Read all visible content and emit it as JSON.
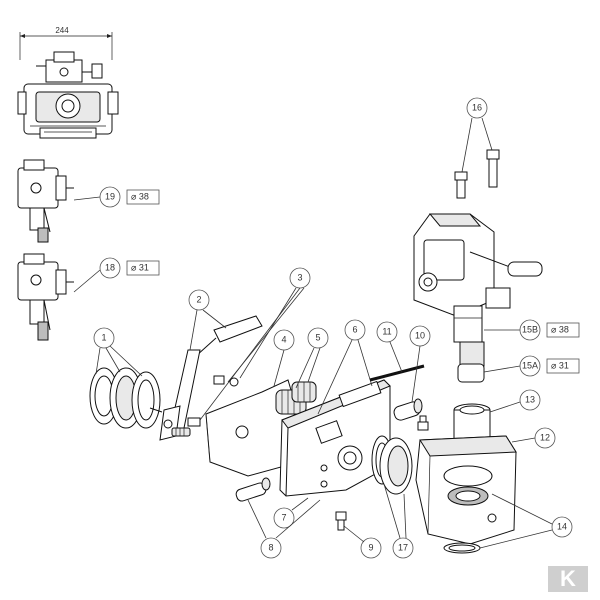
{
  "dimension": "244",
  "callouts": {
    "c1": "1",
    "c2": "2",
    "c3": "3",
    "c4": "4",
    "c5": "5",
    "c6": "6",
    "c7": "7",
    "c8": "8",
    "c9": "9",
    "c10": "10",
    "c11": "11",
    "c12": "12",
    "c13": "13",
    "c14": "14",
    "c15a": "15A",
    "c15b": "15B",
    "c16": "16",
    "c17": "17",
    "c18": "18",
    "c19": "19"
  },
  "sizes": {
    "s19": "⌀ 38",
    "s18": "⌀ 31",
    "s15b": "⌀ 38",
    "s15a": "⌀ 31"
  },
  "logo": "K"
}
